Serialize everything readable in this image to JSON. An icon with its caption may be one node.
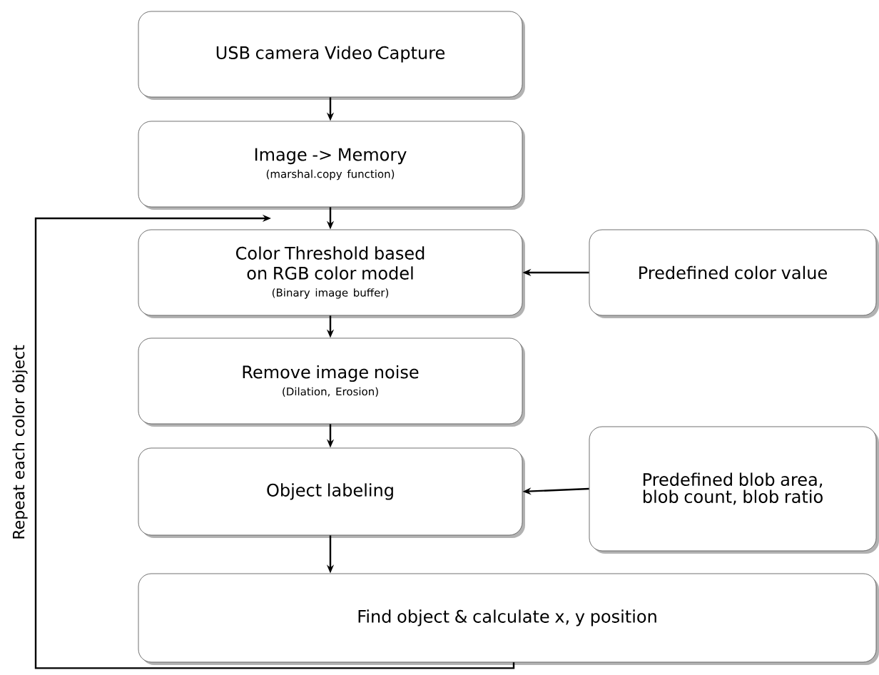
{
  "diagram": {
    "nodes": [
      {
        "text": [
          "USB camera Video Capture"
        ]
      },
      {
        "text": [
          "Image -> Memory",
          "(marshal.copy function)"
        ]
      },
      {
        "text": [
          "Color Threshold based on RGB color model",
          "(Binary image buffer)"
        ]
      },
      {
        "text": [
          "Predefined color value"
        ]
      },
      {
        "text": [
          "Remove image noise",
          "(Dilation, Erosion)"
        ]
      },
      {
        "text": [
          "Object labeling"
        ]
      },
      {
        "text": [
          "Predefined blob area, blob count, blob ratio"
        ]
      },
      {
        "text": [
          "Find object & calculate x, y position"
        ]
      }
    ],
    "edges": [
      {
        "from": 0,
        "to": 1,
        "arrow": "to"
      },
      {
        "from": 1,
        "to": 2,
        "arrow": "to"
      },
      {
        "from": 3,
        "to": 2,
        "arrow": "to"
      },
      {
        "from": 2,
        "to": 4,
        "arrow": "to"
      },
      {
        "from": 4,
        "to": 5,
        "arrow": "to"
      },
      {
        "from": 6,
        "to": 5,
        "arrow": "to"
      },
      {
        "from": 5,
        "to": 7,
        "arrow": "to"
      },
      {
        "from": 7,
        "to": 2,
        "arrow": "to",
        "label": "Repeat each color object"
      }
    ]
  }
}
